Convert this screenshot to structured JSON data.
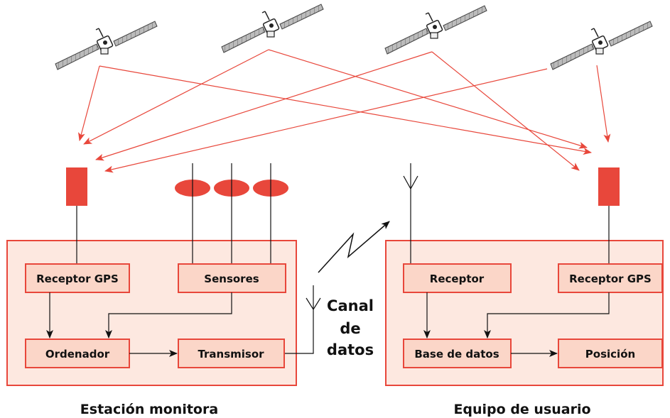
{
  "diagram": {
    "left_station": {
      "caption": "Estación monitora",
      "receptor_gps": "Receptor GPS",
      "sensores": "Sensores",
      "ordenador": "Ordenador",
      "transmisor": "Transmisor"
    },
    "right_station": {
      "caption": "Equipo de usuario",
      "receptor": "Receptor",
      "receptor_gps": "Receptor GPS",
      "base_datos": "Base de datos",
      "posicion": "Posición"
    },
    "channel": {
      "line1": "Canal",
      "line2": "de",
      "line3": "datos"
    },
    "satellite_count": 4,
    "colors": {
      "accent_red": "#e8473b",
      "panel_fill": "#fde8e0",
      "box_fill": "#fbd6c8",
      "line": "#111111"
    }
  }
}
